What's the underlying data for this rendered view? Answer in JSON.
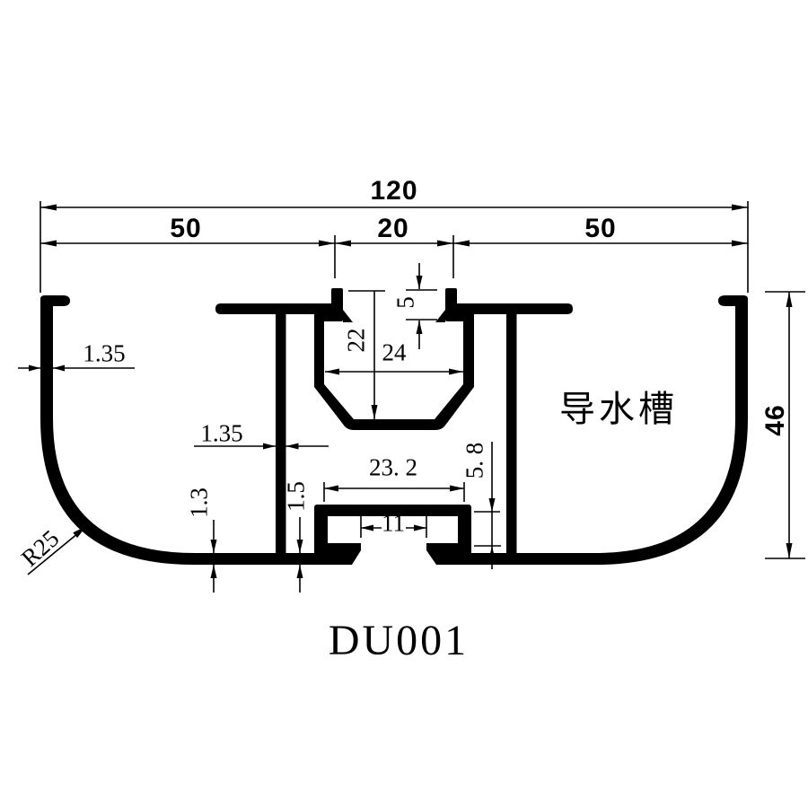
{
  "page": {
    "background_color": "#ffffff",
    "ink_color": "#000000"
  },
  "drawing": {
    "part_number": "DU001",
    "channel_label": "导水槽",
    "dims": {
      "total_width": "120",
      "left_span": "50",
      "center_span": "20",
      "right_span": "50",
      "height": "46",
      "outer_wall_thickness": "1.35",
      "stem_thickness": "1.35",
      "base_thickness": "1.3",
      "base_thickness_center": "1.5",
      "channel_depth": "22",
      "channel_width": "24",
      "hook_height": "5",
      "rail_width": "23. 2",
      "slot_width": "11",
      "rail_cavity_height": "5. 8",
      "corner_radius": "R25"
    }
  }
}
